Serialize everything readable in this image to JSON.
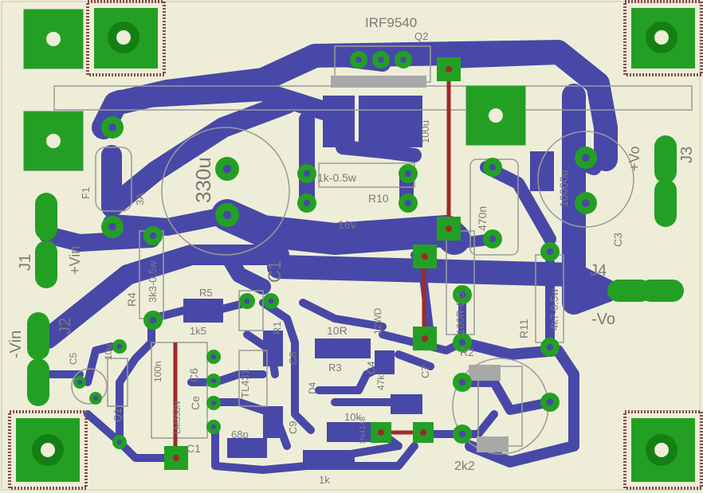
{
  "colors": {
    "board": "#eeeed8",
    "copper": "#4848a8",
    "pad": "#23a023",
    "pad_dark": "#0a6a0a",
    "jumper": "#a02828",
    "silk": "#9a9a9a",
    "silk_dark": "#6a6a6a",
    "smd": "#a8a8a8"
  },
  "labels": {
    "q2_part": "IRF9540",
    "q2_ref": "Q2",
    "f1_ref": "F1",
    "f1_val": "3A",
    "cap_330u": "330u",
    "c1_ref": "C1",
    "r_1k_05w": "1k-0.5w",
    "r10_ref": "R10",
    "z_16v": "16v",
    "c_470n": "470n",
    "c_100u": "100u",
    "c_10000u": "10000u",
    "c3_ref": "C3",
    "pvo": "+Vo",
    "j3_ref": "J3",
    "j4_ref": "J4",
    "nvo": "-Vo",
    "r11_ref": "R11",
    "r11_val": "4k7-0.5w",
    "r_100r": "100R-0.5",
    "tl431": "TL431",
    "lm358": "LM358N",
    "r4_ref": "R4",
    "r4_val": "3k3-0.5w",
    "pvin": "+Vin",
    "nvin": "-Vin",
    "j1_ref": "J1",
    "j2_ref": "J2",
    "c5_ref": "C5",
    "c5_val": "10u",
    "c6_ref": "C6",
    "c6_val": "100n",
    "r5_ref": "R5",
    "r5_val": "1k5",
    "r10r": "10R",
    "r3_ref": "R3",
    "r2_ref": "R2",
    "r2_val": "2k2",
    "c7_ref": "C7",
    "c8_ref": "C8",
    "c4_ref": "C4",
    "r1_ref": "R1",
    "r1_val": "1k",
    "r_10k": "10k",
    "c_68p": "68p",
    "c9_ref": "C9",
    "q1_ref": "Q1",
    "ce_ref": "Ce",
    "u_ref": "C1",
    "r_47k": "47k",
    "d4_ref": "D4",
    "bat_ref": "1N4148",
    "r_12wd": "12WD"
  }
}
